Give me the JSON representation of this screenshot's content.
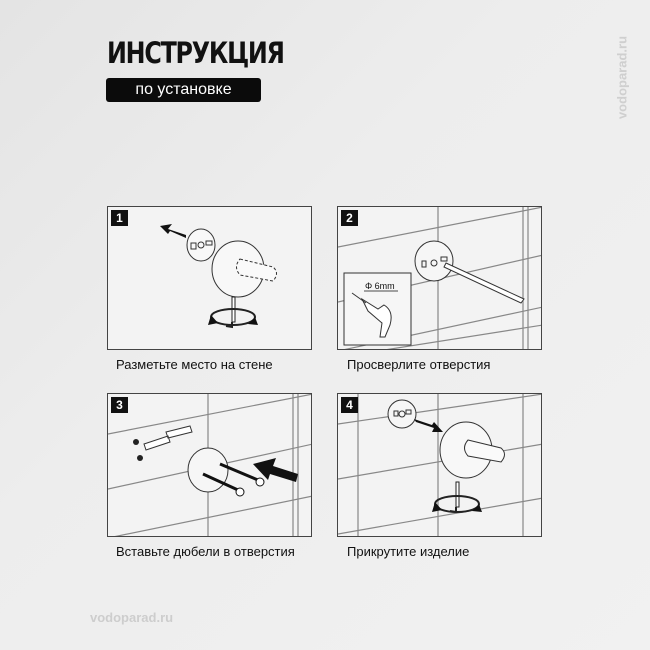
{
  "header": {
    "title": "ИНСТРУКЦИЯ",
    "subtitle": "по установке"
  },
  "watermark": "vodoparad.ru",
  "steps": [
    {
      "number": "1",
      "caption": "Разметьте место на стене"
    },
    {
      "number": "2",
      "caption": "Просверлите отверстия",
      "drill_label": "Φ 6mm"
    },
    {
      "number": "3",
      "caption": "Вставьте дюбели в отверстия"
    },
    {
      "number": "4",
      "caption": "Прикрутите изделие"
    }
  ]
}
